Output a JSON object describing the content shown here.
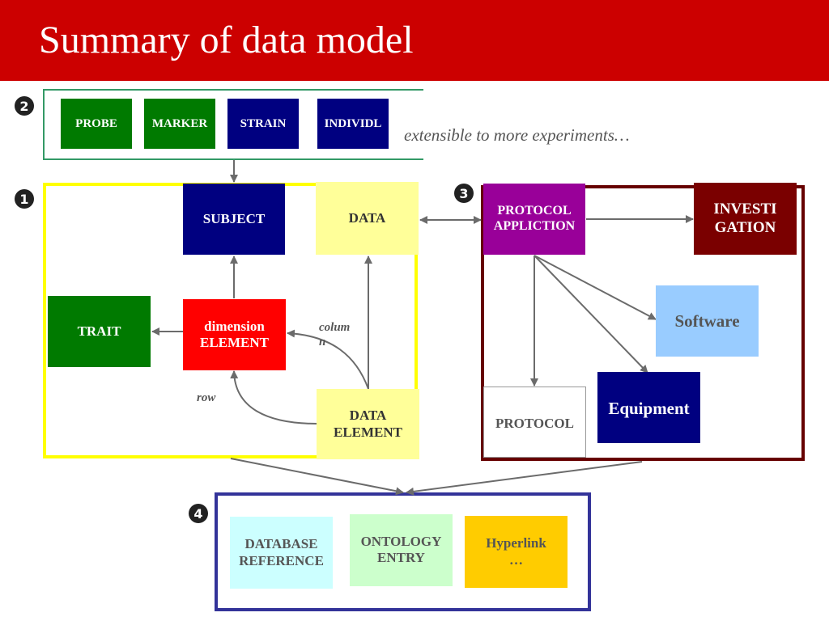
{
  "title": "Summary of data model",
  "colors": {
    "header": "#cc0000",
    "green": "#007a00",
    "navy": "#000080",
    "purple": "#990099",
    "maroon": "#7a0000",
    "red": "#ff0000",
    "pale_yellow": "#ffff99",
    "light_blue": "#99ccff",
    "light_cyan": "#ccffff",
    "light_green": "#ccffcc",
    "gold": "#ffcc00",
    "frame_teal": "#339966",
    "frame_yellow": "#ffff00",
    "frame_navy": "#333399",
    "frame_maroon": "#660000"
  },
  "badges": {
    "n1": "1",
    "n2": "2",
    "n3": "3",
    "n4": "4"
  },
  "top_group": {
    "probe": "PROBE",
    "marker": "MARKER",
    "strain": "STRAIN",
    "individl": "INDIVIDL",
    "note": "extensible to more experiments…"
  },
  "core": {
    "subject": "SUBJECT",
    "data": "DATA",
    "trait": "TRAIT",
    "dimension_element": "dimension\nELEMENT",
    "data_element": "DATA\nELEMENT",
    "column_label": "colum\nn",
    "row_label": "row"
  },
  "protocol_group": {
    "protocol_application": "PROTOCOL\nAPPLICTION",
    "investigation": "INVESTI\nGATION",
    "software": "Software",
    "equipment": "Equipment",
    "protocol": "PROTOCOL"
  },
  "reference_group": {
    "database_reference": "DATABASE\nREFERENCE",
    "ontology_entry": "ONTOLOGY\nENTRY",
    "hyperlink": "Hyperlink\n…"
  }
}
